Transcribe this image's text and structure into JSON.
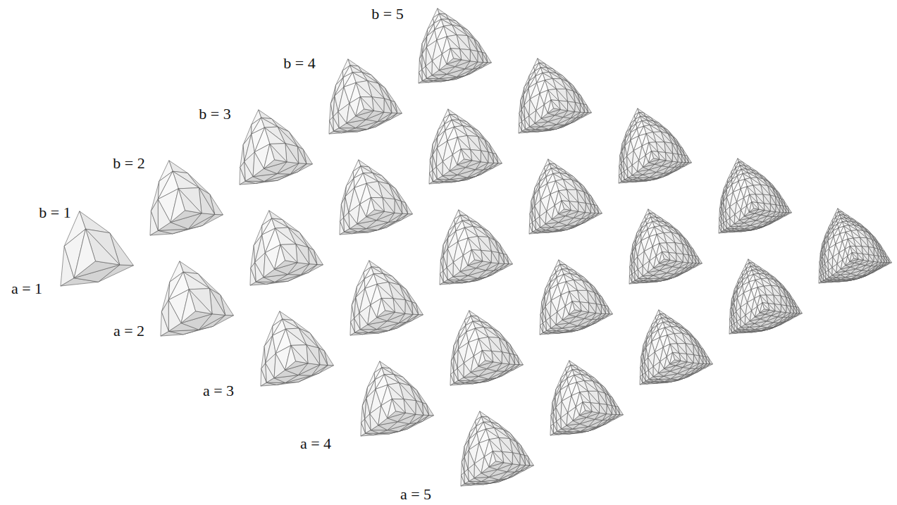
{
  "diagram": {
    "labels": [
      "b = 5",
      "b = 4",
      "b = 3",
      "b = 2",
      "b = 1",
      "a = 1",
      "a = 2",
      "a = 3",
      "a = 4",
      "a = 5"
    ]
  }
}
